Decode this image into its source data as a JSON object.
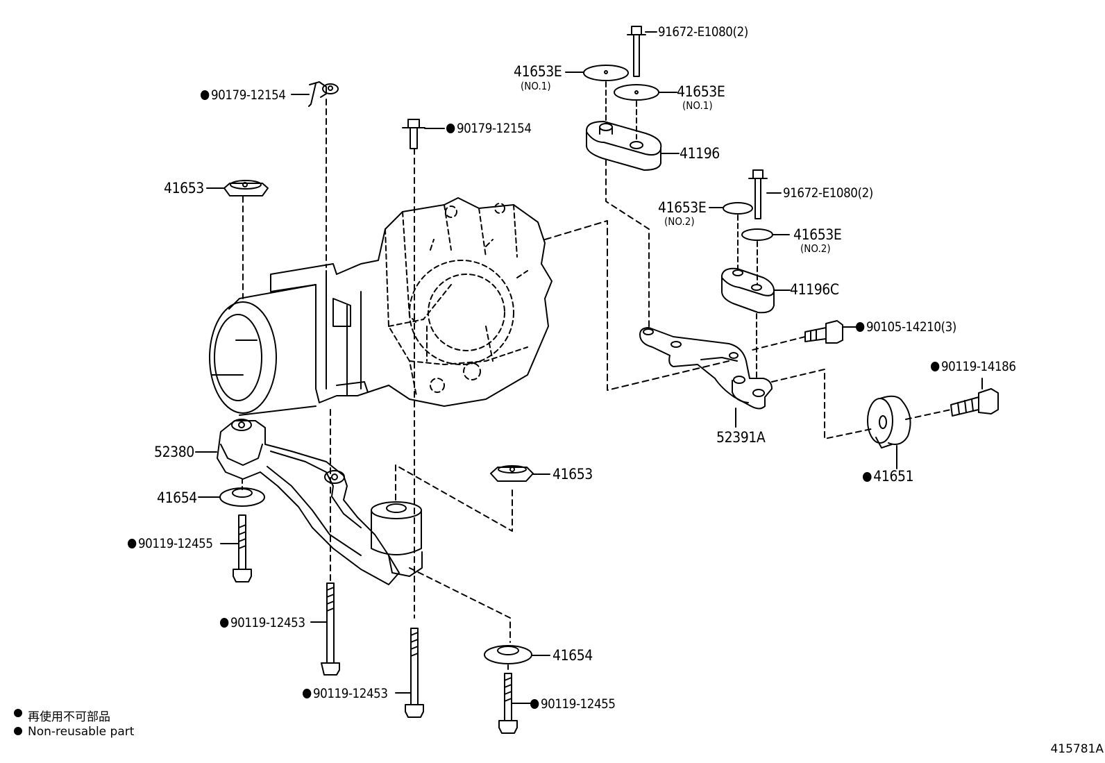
{
  "diagram_code": "415781A",
  "legend": {
    "line1": "再使用不可部品",
    "line2": "Non-reusable part"
  },
  "labels": {
    "p_90179_a": "90179-12154",
    "p_90179_b": "90179-12154",
    "p_41653_top": "41653",
    "p_41653_mid": "41653",
    "p_52380": "52380",
    "p_41654_left": "41654",
    "p_90119_12455_left": "90119-12455",
    "p_90119_12453_a": "90119-12453",
    "p_90119_12453_b": "90119-12453",
    "p_41654_bottom": "41654",
    "p_90119_12455_bottom": "90119-12455",
    "p_91672_a": "91672-E1080(2)",
    "p_41653E_no1_a": "41653E",
    "no1_a": "(NO.1)",
    "p_41653E_no1_b": "41653E",
    "no1_b": "(NO.1)",
    "p_41196": "41196",
    "p_91672_b": "91672-E1080(2)",
    "p_41653E_no2_a": "41653E",
    "no2_a": "(NO.2)",
    "p_41653E_no2_b": "41653E",
    "no2_b": "(NO.2)",
    "p_41196C": "41196C",
    "p_90105": "90105-14210(3)",
    "p_90119_14186": "90119-14186",
    "p_52391A": "52391A",
    "p_41651": "41651"
  }
}
